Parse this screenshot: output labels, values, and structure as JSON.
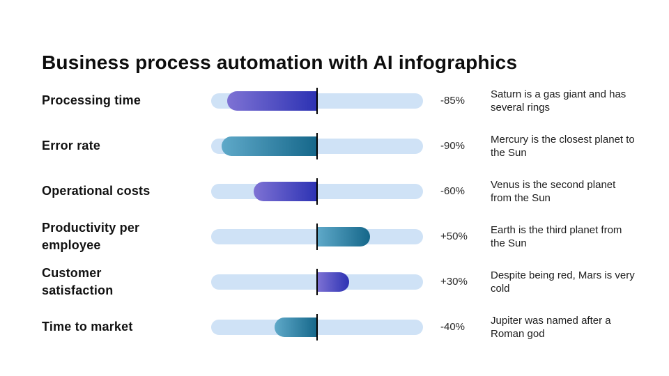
{
  "title": "Business process automation with AI infographics",
  "chart_data": {
    "type": "bar",
    "orientation": "horizontal-diverging",
    "title": "Business process automation with AI infographics",
    "axis_range": [
      -100,
      100
    ],
    "center_baseline": 0,
    "grid": false,
    "legend": false,
    "categories": [
      "Processing time",
      "Error rate",
      "Operational costs",
      "Productivity per employee",
      "Customer satisfaction",
      "Time to market"
    ],
    "values": [
      -85,
      -90,
      -60,
      50,
      30,
      -40
    ],
    "value_labels": [
      "-85%",
      "-90%",
      "-60%",
      "+50%",
      "+30%",
      "-40%"
    ],
    "descriptions": [
      "Saturn is a gas giant and has several rings",
      "Mercury is the closest planet to the Sun",
      "Venus is the second planet from the Sun",
      "Earth is the third planet from the Sun",
      "Despite being red, Mars is very cold",
      "Jupiter was named after a Roman god"
    ],
    "palette": [
      "purple",
      "teal",
      "purple",
      "teal",
      "purple",
      "teal"
    ],
    "colors": {
      "purple_start": "#7E72D4",
      "purple_end": "#2C32B3",
      "teal_start": "#5FA9C9",
      "teal_end": "#15678A",
      "track": "#CFE2F6",
      "axis_line": "#000000",
      "title_text": "#0D0D0D",
      "label_text": "#121212"
    }
  }
}
